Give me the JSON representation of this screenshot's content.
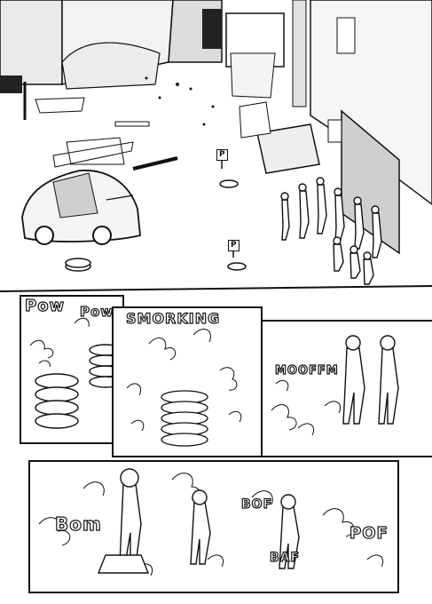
{
  "sfx": {
    "pow_left": "Pow",
    "pow_right": "Pow",
    "smorking": "SMORKING",
    "mooffm": "MOOFFM",
    "bom": "Bom",
    "bof": "BOF",
    "baf": "BAF",
    "pof": "POF"
  },
  "signs": {
    "parking_top": "P",
    "parking_bottom": "P"
  }
}
